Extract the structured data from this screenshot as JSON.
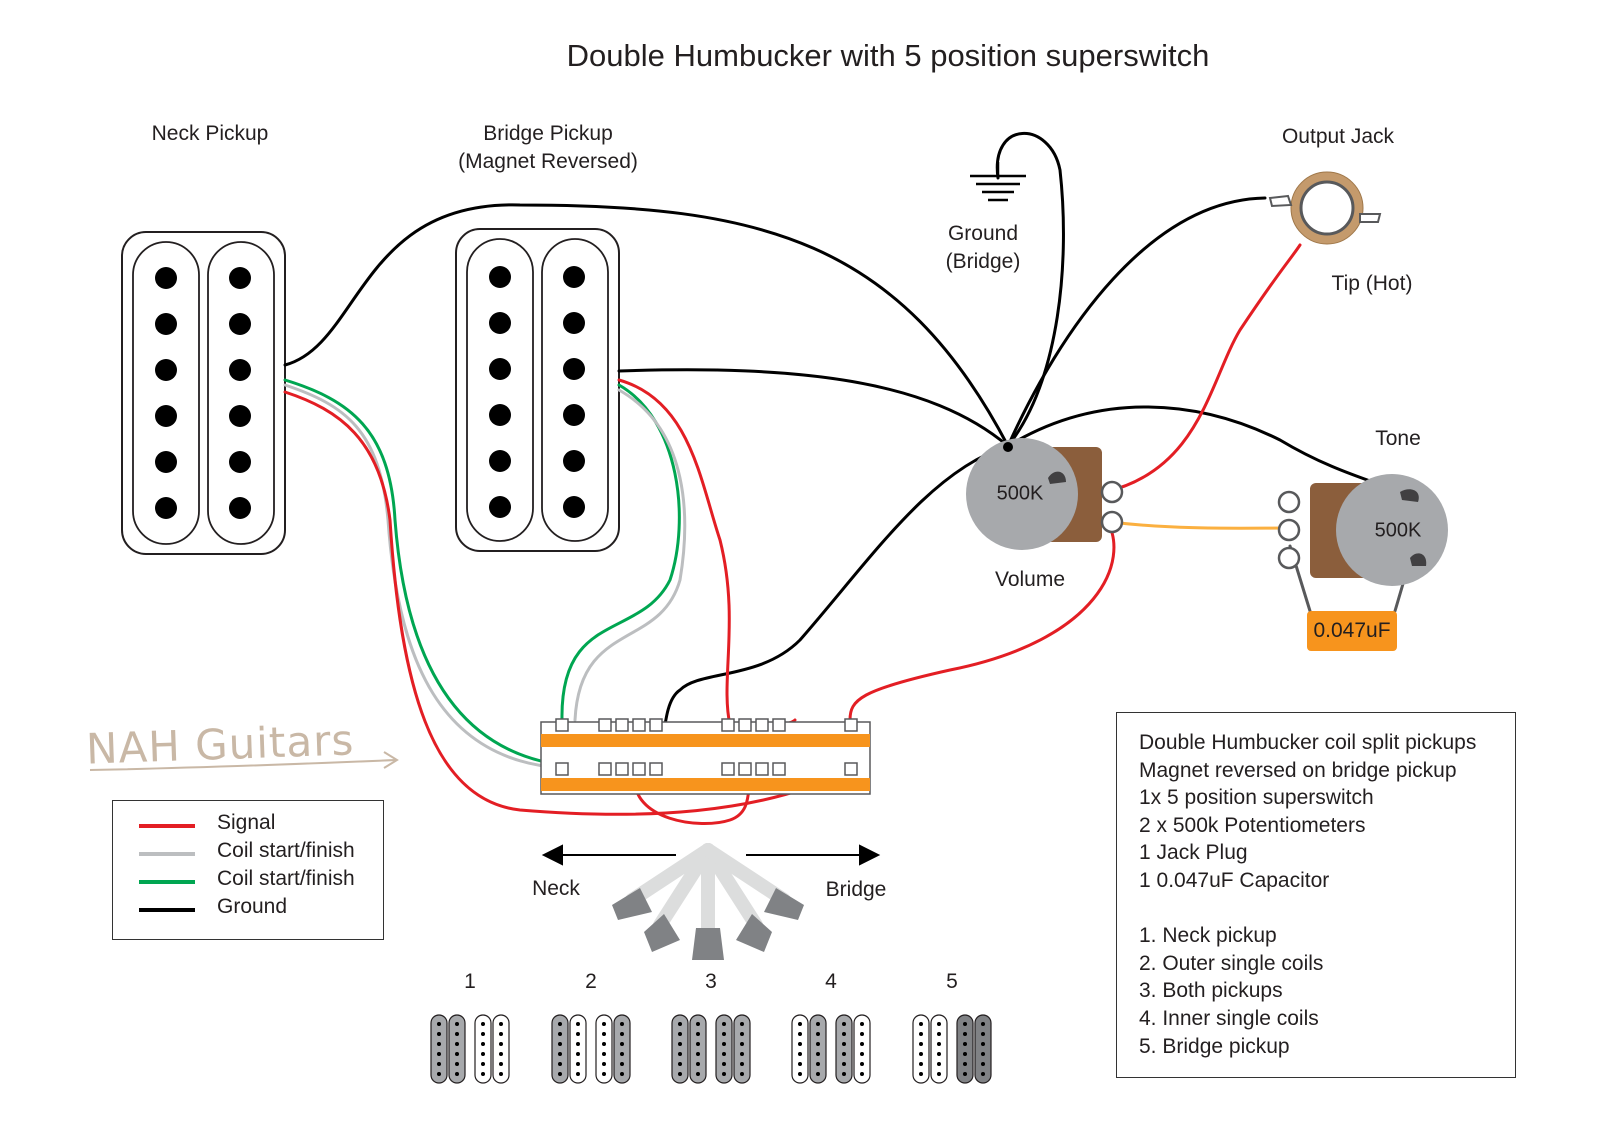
{
  "title": "Double Humbucker with 5 position superswitch",
  "labels": {
    "neck_pickup": "Neck Pickup",
    "bridge_pickup": "Bridge Pickup",
    "bridge_pickup_note": "(Magnet Reversed)",
    "ground": "Ground",
    "ground_note": "(Bridge)",
    "output_jack": "Output Jack",
    "tip": "Tip (Hot)",
    "tone": "Tone",
    "volume": "Volume",
    "volume_value": "500K",
    "tone_value": "500K",
    "capacitor": "0.047uF",
    "neck_dir": "Neck",
    "bridge_dir": "Bridge"
  },
  "brand": "NAH Guitars",
  "legend": [
    {
      "label": "Signal",
      "color": "#e31e24"
    },
    {
      "label": "Coil start/finish",
      "color": "#bcbec0"
    },
    {
      "label": "Coil start/finish",
      "color": "#00a651"
    },
    {
      "label": "Ground",
      "color": "#000000"
    }
  ],
  "info": {
    "lines": [
      "Double Humbucker coil split pickups",
      "Magnet reversed on bridge pickup",
      "1x 5 position superswitch",
      "2 x 500k Potentiometers",
      "1 Jack Plug",
      "1 0.047uF Capacitor"
    ],
    "positions": [
      "1. Neck pickup",
      "2. Outer single coils",
      "3. Both pickups",
      "4. Inner single coils",
      "5. Bridge pickup"
    ]
  },
  "switch_positions": [
    "1",
    "2",
    "3",
    "4",
    "5"
  ],
  "colors": {
    "signal": "#e31e24",
    "coil_grey": "#bcbec0",
    "coil_green": "#00a651",
    "ground": "#000000",
    "switch_orange": "#f7941d",
    "pot_brown": "#8b5e3c",
    "pot_grey": "#a7a9ac",
    "tone_wire": "#fbb040"
  }
}
